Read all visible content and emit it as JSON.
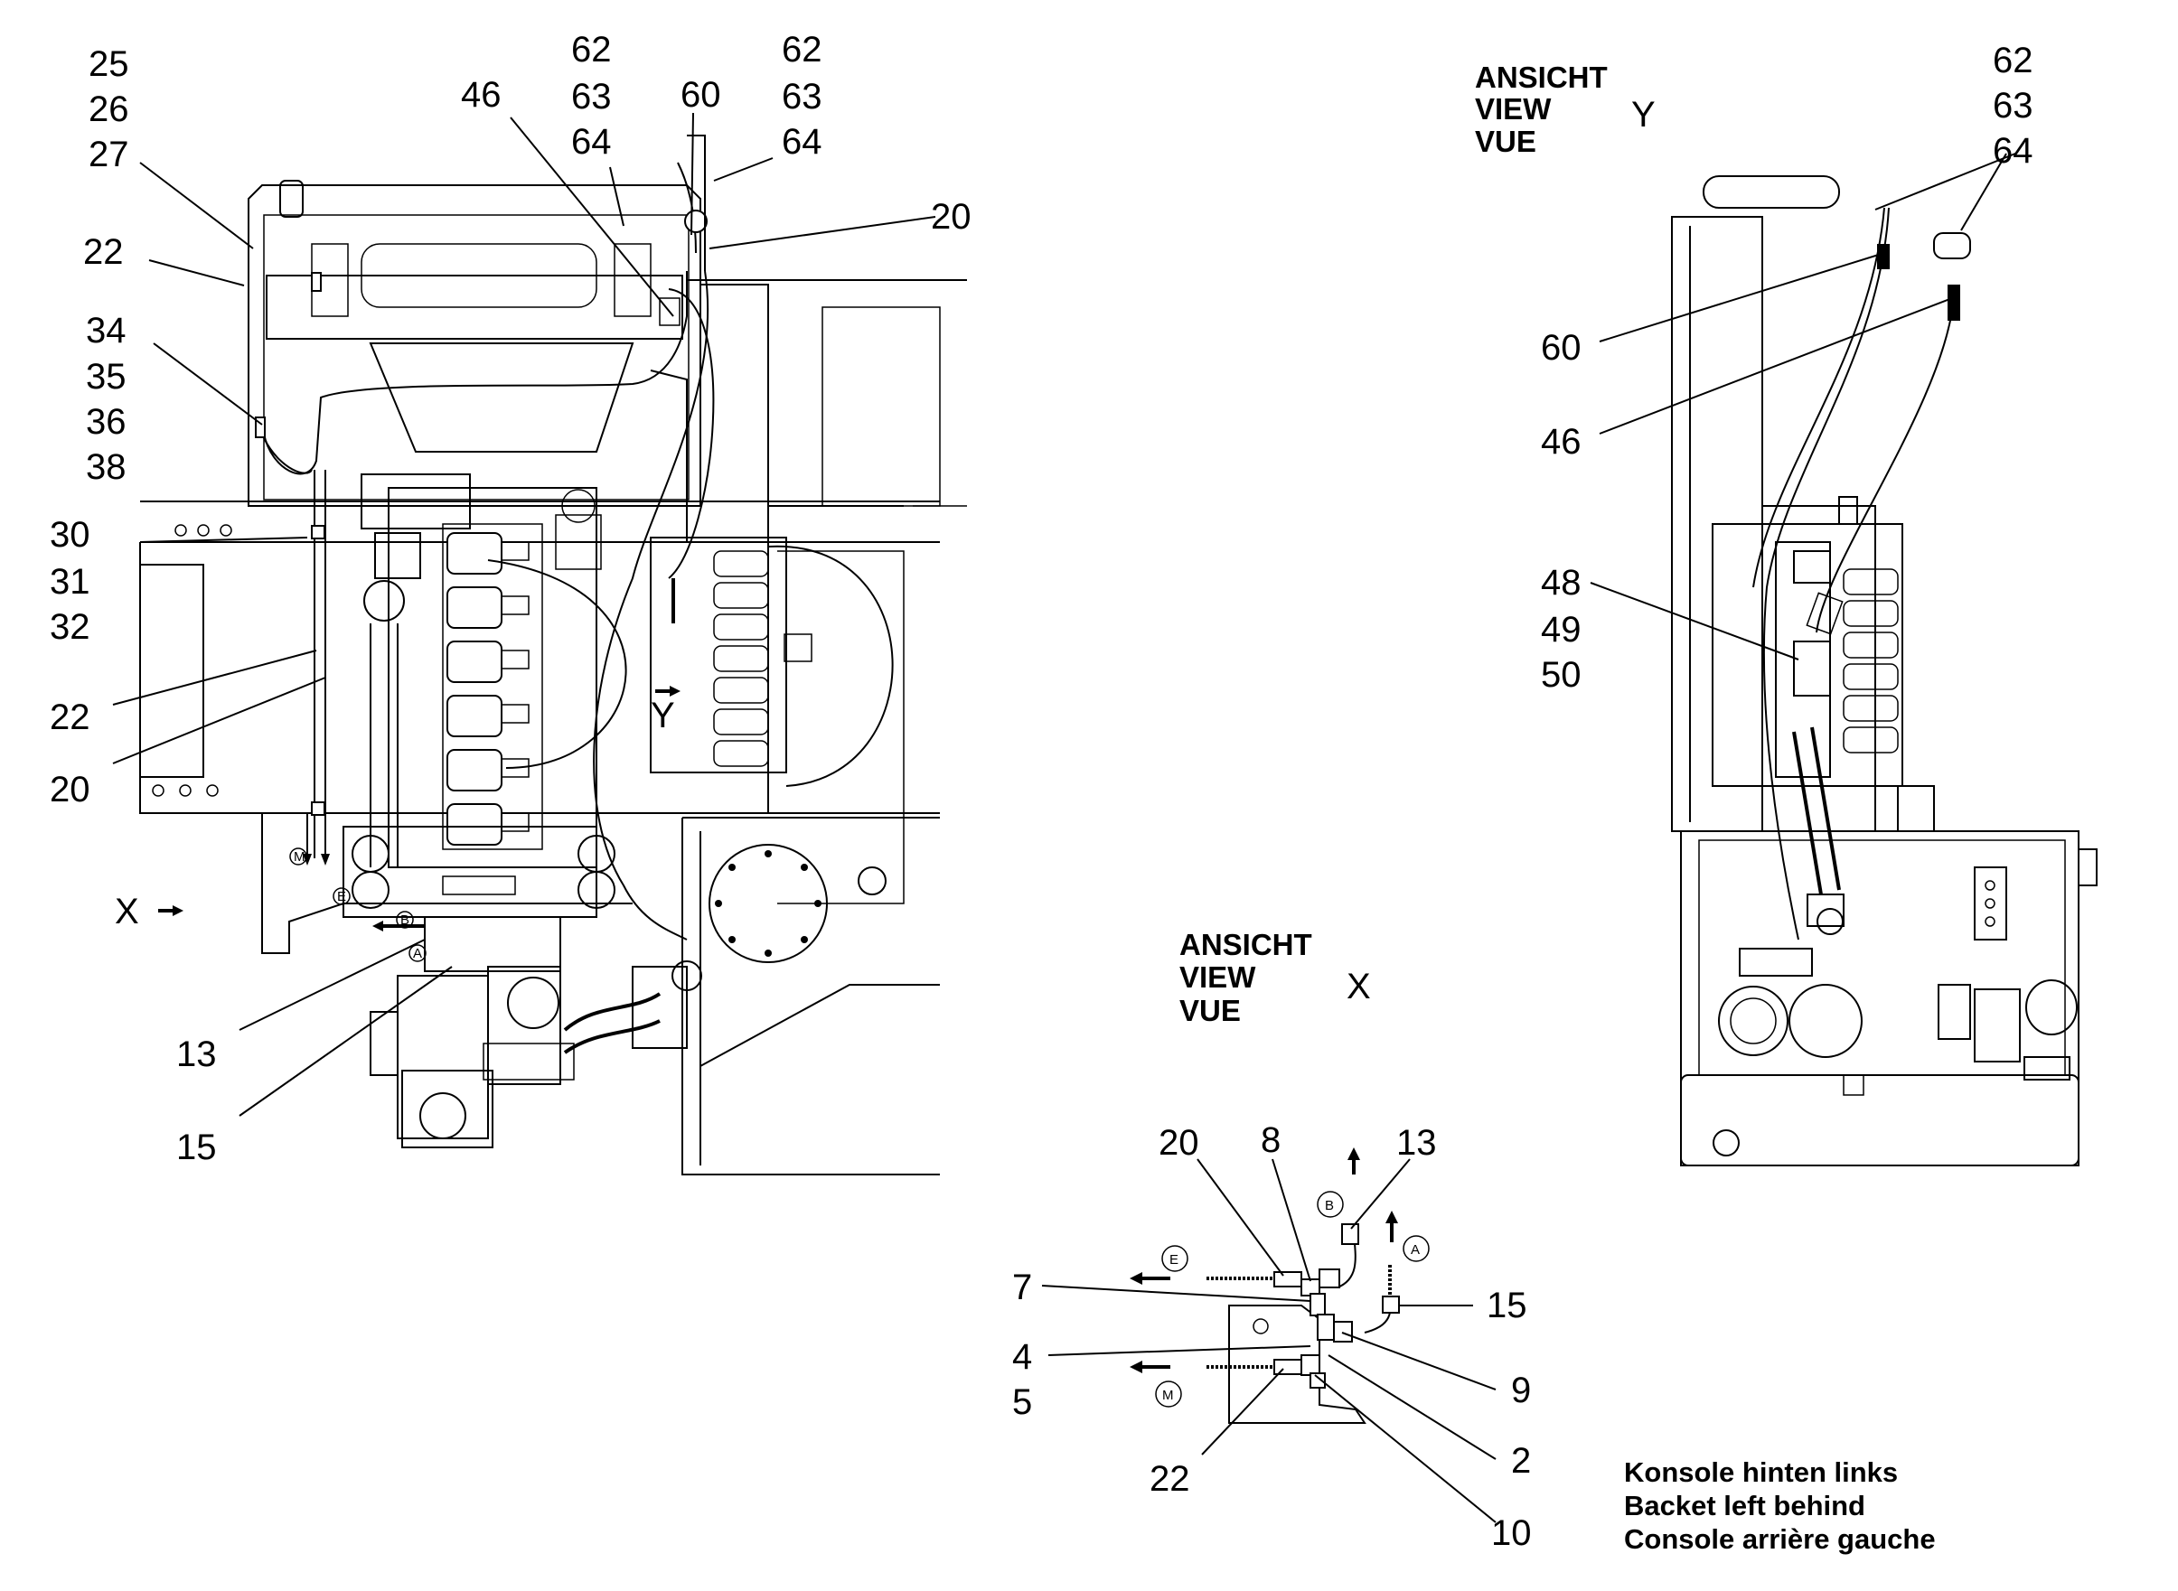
{
  "main_view": {
    "callouts": [
      "25",
      "26",
      "27",
      "22",
      "34",
      "35",
      "36",
      "38",
      "30",
      "31",
      "32",
      "22",
      "20",
      "13",
      "15",
      "46",
      "62",
      "63",
      "64",
      "60",
      "62",
      "63",
      "64",
      "20"
    ],
    "view_x_marker": "X",
    "view_y_marker": "Y"
  },
  "view_y": {
    "title_lines": [
      "ANSICHT",
      "VIEW",
      "VUE"
    ],
    "letter": "Y",
    "callouts": [
      "62",
      "63",
      "64",
      "60",
      "46",
      "48",
      "49",
      "50"
    ]
  },
  "view_x": {
    "title_lines": [
      "ANSICHT",
      "VIEW",
      "VUE"
    ],
    "letter": "X",
    "callouts": [
      "20",
      "8",
      "13",
      "7",
      "15",
      "4",
      "5",
      "9",
      "2",
      "22",
      "10"
    ],
    "ports": [
      "E",
      "B",
      "A",
      "M"
    ]
  },
  "caption_lines": [
    "Konsole hinten links",
    "Backet left behind",
    "Console arrière gauche"
  ],
  "icons": [
    "arrow-icon",
    "port-circle-icon",
    "hose-icon",
    "fitting-icon"
  ]
}
